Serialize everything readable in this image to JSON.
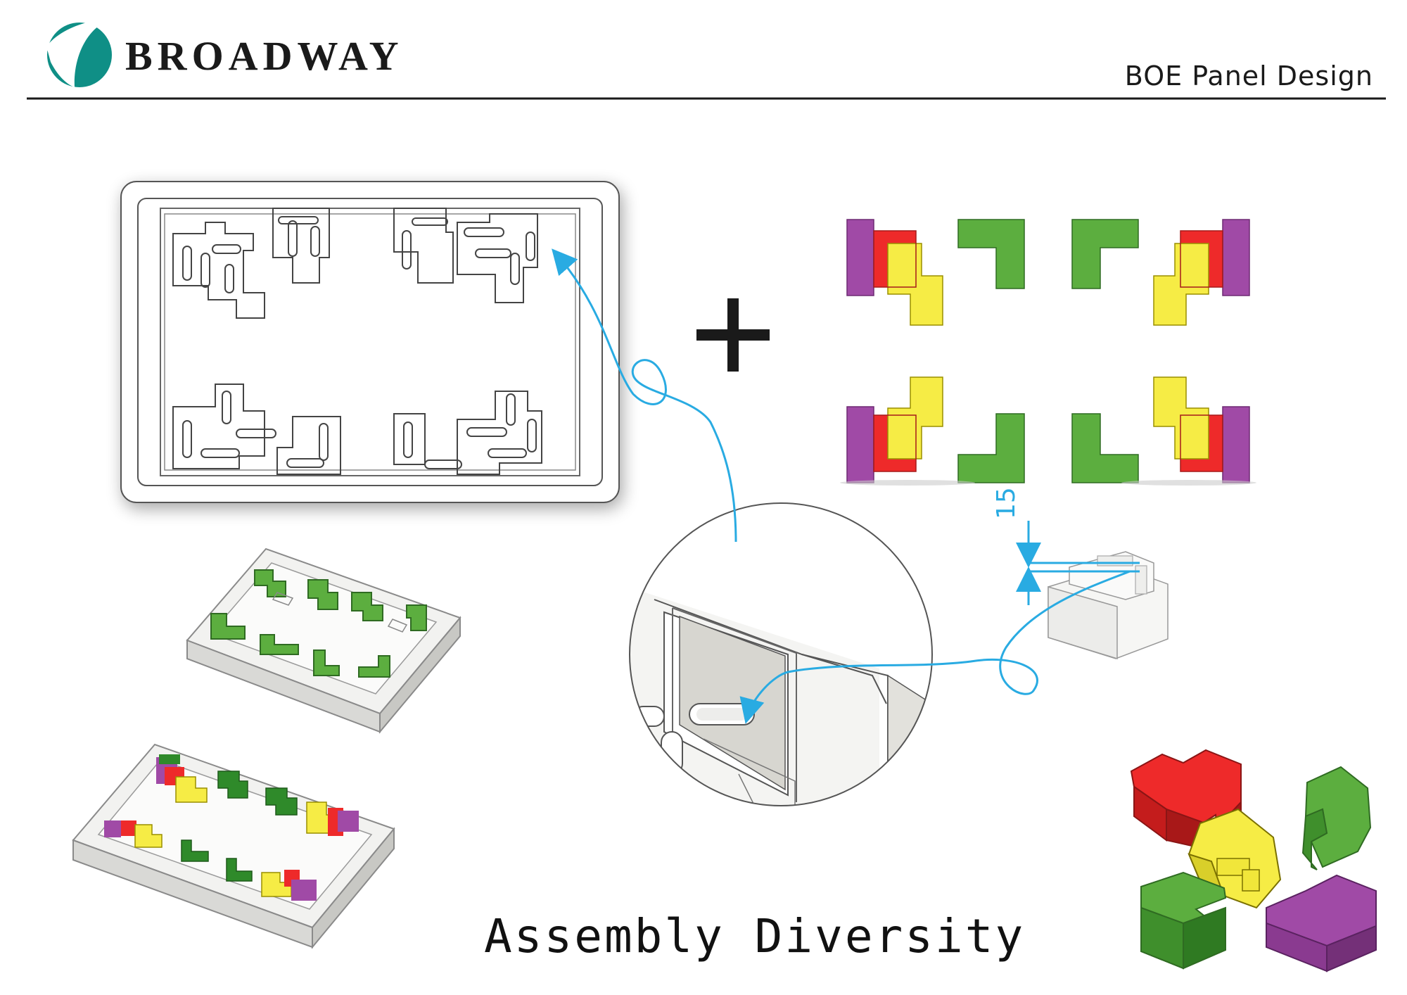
{
  "header": {
    "brand_name": "BROADWAY",
    "document_title": "BOE Panel Design"
  },
  "caption": "Assembly Diversity",
  "dimension": {
    "value": "15"
  },
  "colors": {
    "purple": "#a04aa6",
    "red": "#ee2a2a",
    "yellow": "#f6ec45",
    "green": "#5cae3f",
    "dark_green": "#2f8a2a",
    "accent_blue": "#29abe2",
    "logo_teal": "#0f8f86",
    "tray_grey": "#e6e6e4"
  },
  "icons": [
    "broadway-logo-icon",
    "plus-icon",
    "dimension-arrow-icon",
    "callout-arrow-icon"
  ]
}
